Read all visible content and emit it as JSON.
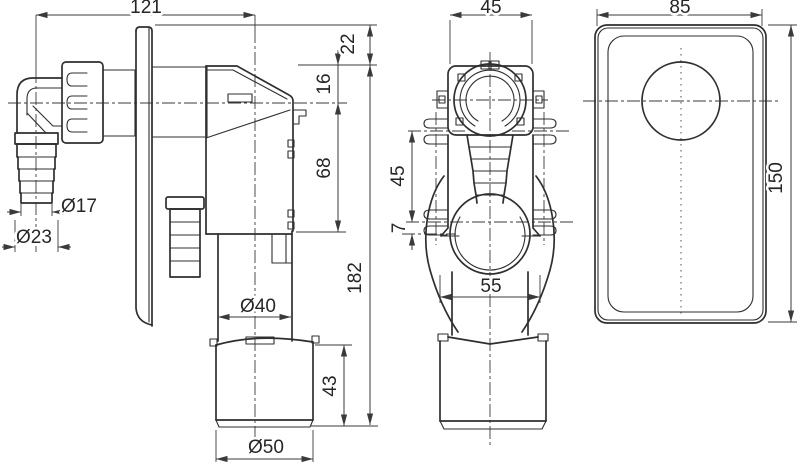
{
  "drawing": {
    "background": "#ffffff",
    "line_color": "#2f2f2f",
    "dimension_color": "#3a3a3a"
  },
  "dimensions": {
    "side": {
      "overall_depth": "121",
      "wall_offset": "22",
      "inlet_depth": "16",
      "body_height": "68",
      "overall_height": "182",
      "hose_tip_diameter": "Ø17",
      "hose_diameter": "Ø23",
      "outlet_diameter": "Ø40",
      "cup_height": "43",
      "cup_diameter": "Ø50"
    },
    "front": {
      "flange_width": "45",
      "clip_spacing": "45",
      "center_offset": "7",
      "outlet_width": "55"
    },
    "cover": {
      "width": "85",
      "height": "150"
    }
  }
}
